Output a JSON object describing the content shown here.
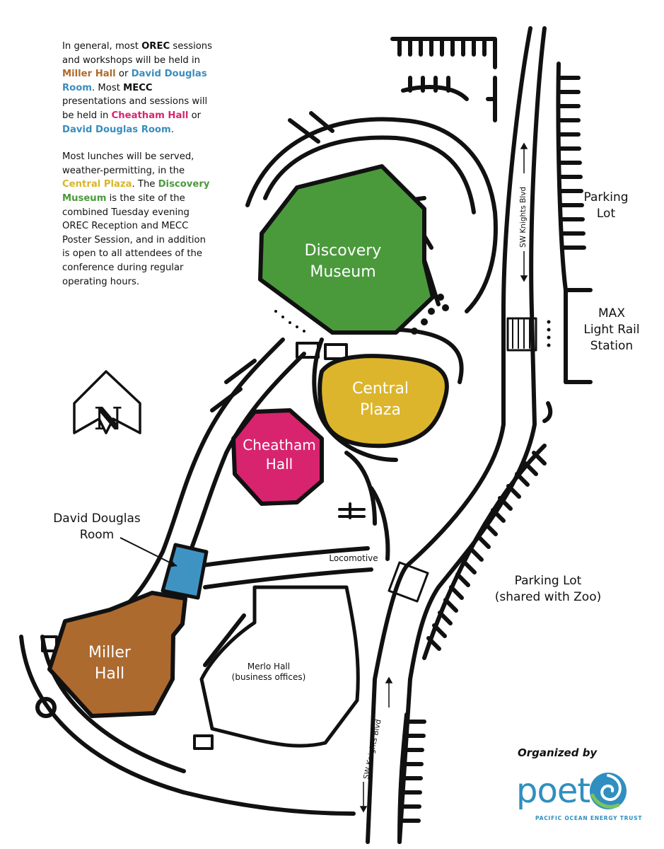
{
  "intro": {
    "p1": {
      "t1": "In general, most ",
      "orec": "OREC",
      "t2": " sessions and workshops will be held in ",
      "miller": "Miller Hall",
      "t3": " or ",
      "douglas": "David Douglas Room",
      "t4": ". Most ",
      "mecc": "MECC",
      "t5": " presentations and sessions will be held in ",
      "cheatham": "Cheatham Hall",
      "t6": " or ",
      "douglas2": "David Douglas Room",
      "t7": "."
    },
    "p2": {
      "t1": "Most lunches will be served, weather-permitting, in the ",
      "plaza": "Central Plaza",
      "t2": ". The ",
      "museum": "Discovery Museum",
      "t3": " is the site of the combined Tuesday evening OREC Reception and MECC Poster Session, and in addition is open to all attendees of the conference during regular operating hours."
    }
  },
  "buildings": {
    "discovery_museum": {
      "line1": "Discovery",
      "line2": "Museum",
      "color": "#4a9a3c"
    },
    "central_plaza": {
      "line1": "Central",
      "line2": "Plaza",
      "color": "#dcb52c"
    },
    "cheatham_hall": {
      "line1": "Cheatham",
      "line2": "Hall",
      "color": "#d8246e"
    },
    "miller_hall": {
      "line1": "Miller",
      "line2": "Hall",
      "color": "#ad6a2f"
    },
    "david_douglas_room": {
      "color": "#3f93c3"
    }
  },
  "labels": {
    "david_douglas_room": {
      "line1": "David Douglas",
      "line2": "Room"
    },
    "parking_lot": {
      "line1": "Parking",
      "line2": "Lot"
    },
    "max_station": {
      "line1": "MAX",
      "line2": "Light Rail",
      "line3": "Station"
    },
    "parking_lot_zoo": {
      "line1": "Parking Lot",
      "line2": "(shared with Zoo)"
    },
    "locomotive": "Locomotive",
    "merlo_hall": {
      "line1": "Merlo Hall",
      "line2": "(business offices)"
    },
    "road_north": "SW Knights Blvd",
    "road_south": "SW Knights Blvd"
  },
  "compass": {
    "letter": "N"
  },
  "footer": {
    "organized_by": "Organized by",
    "poet_word": "poet",
    "poet_full": "PACIFIC OCEAN ENERGY TRUST",
    "brand_color": "#2f8fc0"
  }
}
